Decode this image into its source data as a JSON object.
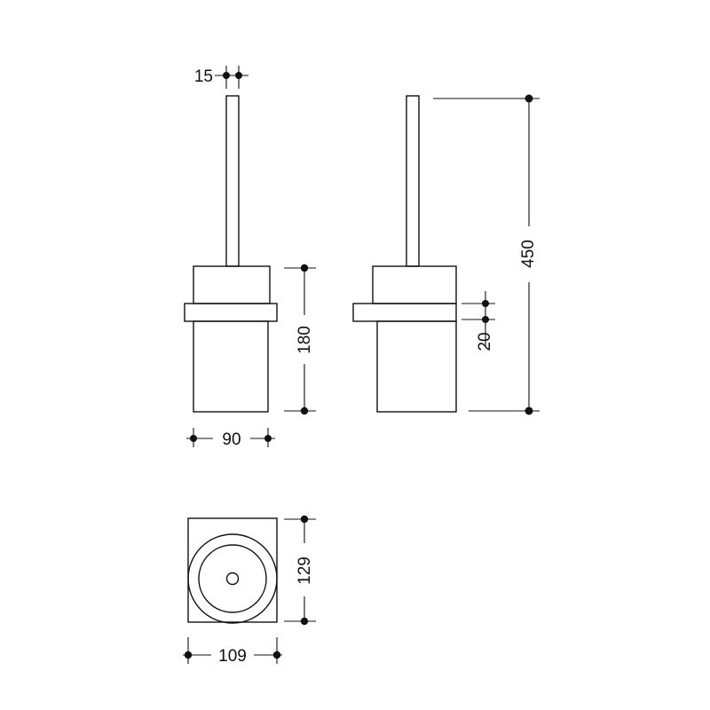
{
  "colors": {
    "line": "#111111",
    "background": "#ffffff"
  },
  "dimensions": {
    "handle_width": "15",
    "total_height": "450",
    "holder_height": "180",
    "ring_height": "20",
    "holder_width": "90",
    "plate_height": "129",
    "plate_width": "109"
  }
}
